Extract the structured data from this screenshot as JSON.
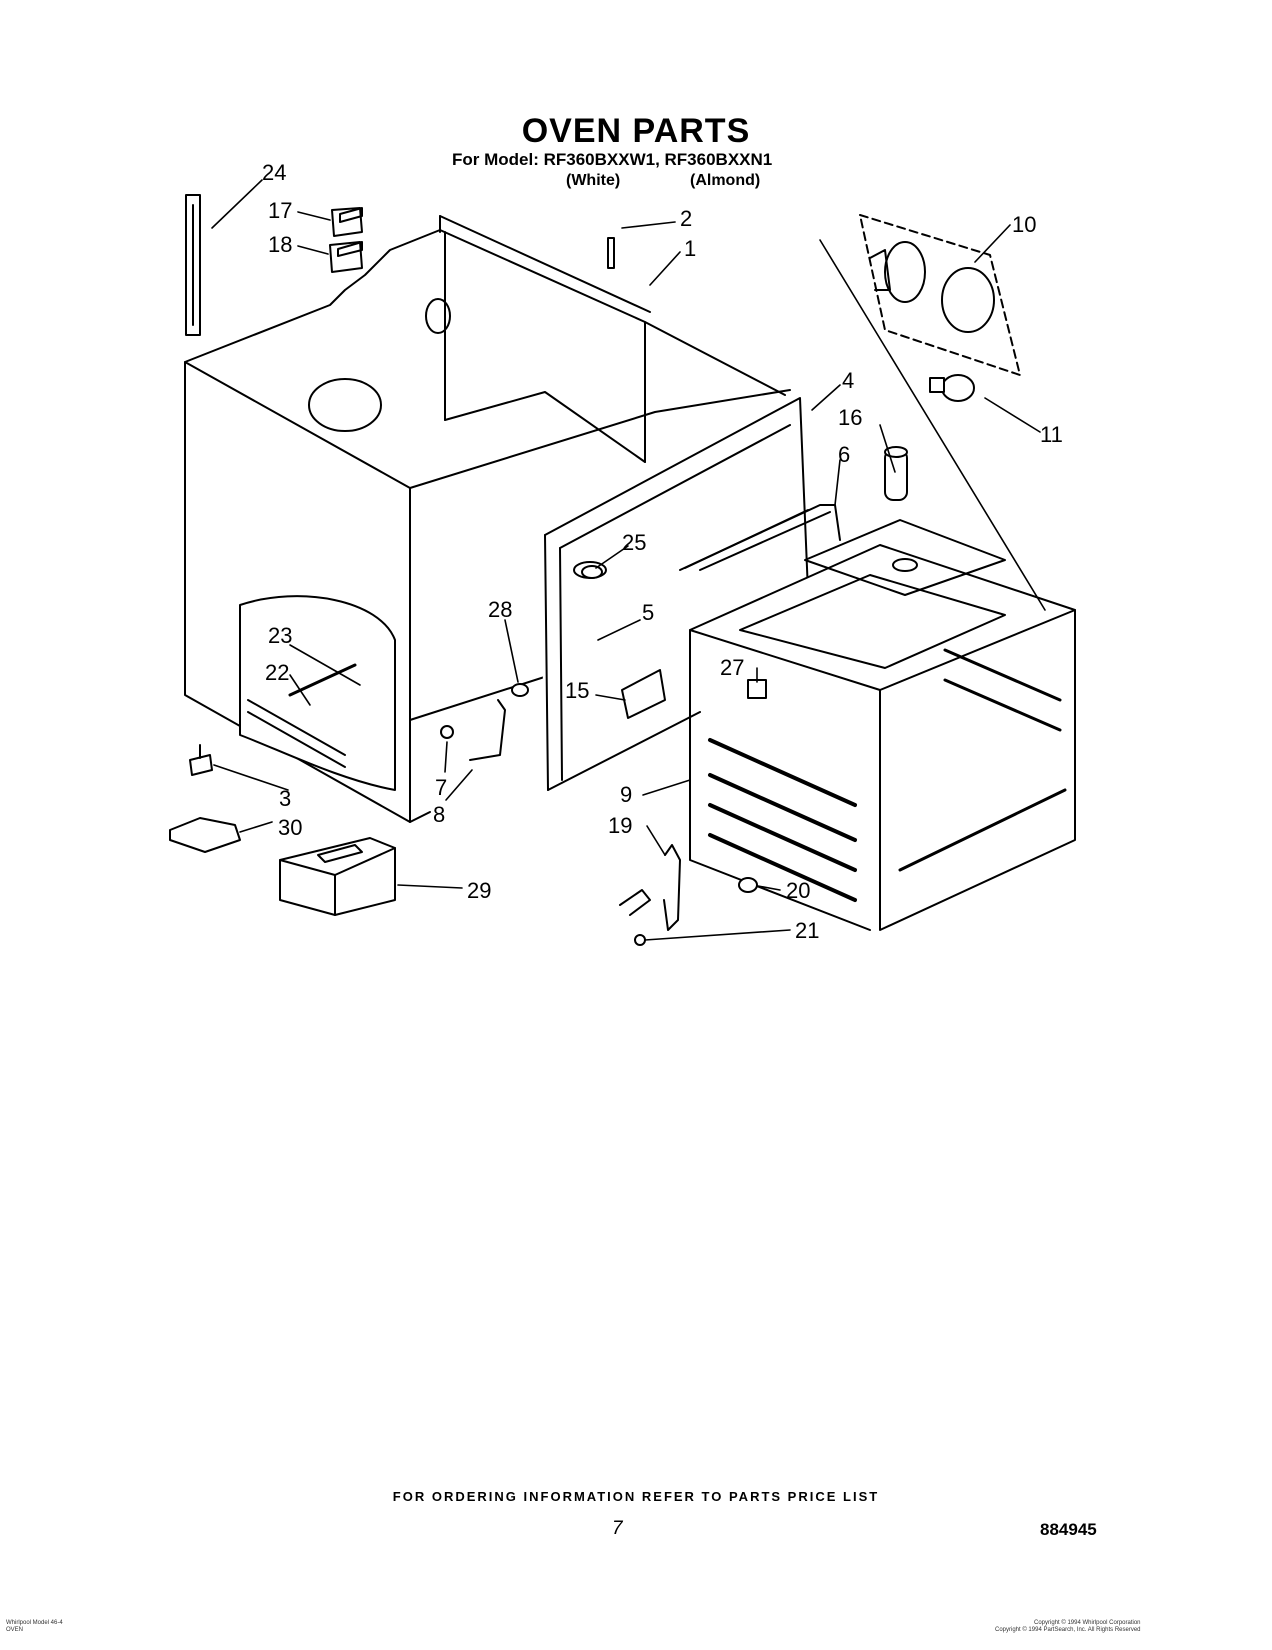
{
  "header": {
    "title": "OVEN PARTS",
    "model_line": "For Model: RF360BXXW1, RF360BXXN1",
    "color_white": "(White)",
    "color_almond": "(Almond)"
  },
  "callouts": {
    "c1": "1",
    "c2": "2",
    "c3": "3",
    "c4": "4",
    "c5": "5",
    "c6": "6",
    "c7": "7",
    "c8": "8",
    "c9": "9",
    "c10": "10",
    "c11": "11",
    "c15": "15",
    "c16": "16",
    "c17": "17",
    "c18": "18",
    "c19": "19",
    "c20": "20",
    "c21": "21",
    "c22": "22",
    "c23": "23",
    "c24": "24",
    "c25": "25",
    "c27": "27",
    "c28": "28",
    "c29": "29",
    "c30": "30"
  },
  "footer": {
    "ordering_note": "FOR ORDERING INFORMATION REFER TO PARTS PRICE LIST",
    "page_number": "7",
    "doc_number": "884945",
    "fine_left_1": "Whirlpool Model 46-4",
    "fine_left_2": "OVEN",
    "fine_right_1": "Copyright © 1994 Whirlpool Corporation",
    "fine_right_2": "Copyright © 1994 PartSearch, Inc. All Rights Reserved"
  }
}
